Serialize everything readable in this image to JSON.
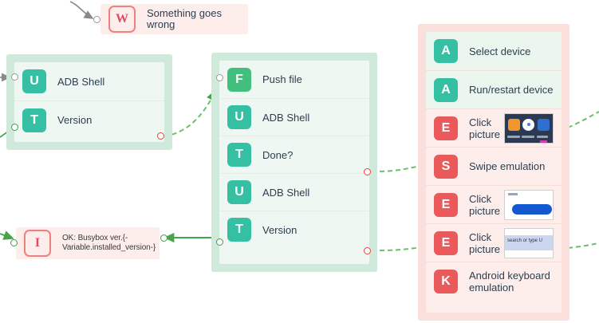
{
  "canvas": {
    "background": "#ffffff",
    "accents": {
      "teal": "#35bfa3",
      "green": "#42bf7d",
      "red": "#ea5a5a",
      "group_green": "#cfe9da",
      "group_pink": "#fadfdc",
      "wire_green": "#5cb85c",
      "wire_gray": "#8a8a8a",
      "port_red": "#e8423f"
    }
  },
  "nodes": {
    "warning": {
      "icon": "W",
      "icon_name": "warning-badge",
      "label": "Something goes wrong"
    },
    "info": {
      "icon": "I",
      "icon_name": "info-badge",
      "label": "OK: Busybox ver.{-Variable.installed_version-}"
    }
  },
  "groups": [
    {
      "name": "adb-shell-group",
      "rows": [
        {
          "icon": "U",
          "icon_name": "shell-command-icon",
          "tone": "teal",
          "label": "ADB Shell"
        },
        {
          "icon": "T",
          "icon_name": "text-check-icon",
          "tone": "teal",
          "label": "Version"
        }
      ]
    },
    {
      "name": "push-file-group",
      "rows": [
        {
          "icon": "F",
          "icon_name": "file-push-icon",
          "tone": "green",
          "label": "Push file"
        },
        {
          "icon": "U",
          "icon_name": "shell-command-icon",
          "tone": "teal",
          "label": "ADB Shell"
        },
        {
          "icon": "T",
          "icon_name": "text-check-icon",
          "tone": "teal",
          "label": "Done?"
        },
        {
          "icon": "U",
          "icon_name": "shell-command-icon",
          "tone": "teal",
          "label": "ADB Shell"
        },
        {
          "icon": "T",
          "icon_name": "text-check-icon",
          "tone": "teal",
          "label": "Version"
        }
      ]
    },
    {
      "name": "device-automation-group",
      "rows": [
        {
          "icon": "A",
          "icon_name": "adb-action-icon",
          "tone": "teal",
          "label": "Select device",
          "bg": "green",
          "thumb": null
        },
        {
          "icon": "A",
          "icon_name": "adb-action-icon",
          "tone": "teal",
          "label": "Run/restart device",
          "bg": "green",
          "thumb": null
        },
        {
          "icon": "E",
          "icon_name": "click-picture-icon",
          "tone": "red",
          "label": "Click\npicture",
          "bg": "pink",
          "thumb": "home-screen"
        },
        {
          "icon": "S",
          "icon_name": "swipe-icon",
          "tone": "red",
          "label": "Swipe emulation",
          "bg": "pink",
          "thumb": null
        },
        {
          "icon": "E",
          "icon_name": "click-picture-icon",
          "tone": "red",
          "label": "Click\npicture",
          "bg": "pink",
          "thumb": "blue-button"
        },
        {
          "icon": "E",
          "icon_name": "click-picture-icon",
          "tone": "red",
          "label": "Click\npicture",
          "bg": "pink",
          "thumb": "omnibox"
        },
        {
          "icon": "K",
          "icon_name": "keyboard-icon",
          "tone": "red",
          "label": "Android keyboard\nemulation",
          "bg": "pink",
          "thumb": null
        }
      ]
    }
  ],
  "thumbnails": {
    "omnibox_text": "search or type U"
  }
}
